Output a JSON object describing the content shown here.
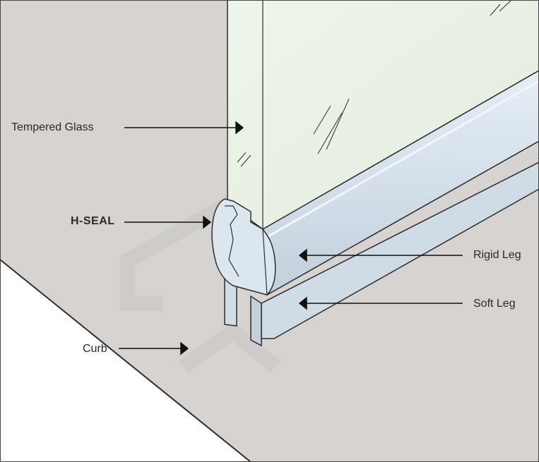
{
  "labels": {
    "tempered_glass": "Tempered Glass",
    "h_seal": "H-SEAL",
    "rigid_leg": "Rigid Leg",
    "soft_leg": "Soft Leg",
    "curb": "Curb"
  },
  "colors": {
    "wall": "#d6d3d0",
    "floor": "#ffffff",
    "glass": "#e9f2e4",
    "seal_light": "#dde7f0",
    "seal_dark": "#b9c8d6",
    "outline": "#2e2e2e",
    "arrow": "#111111"
  }
}
